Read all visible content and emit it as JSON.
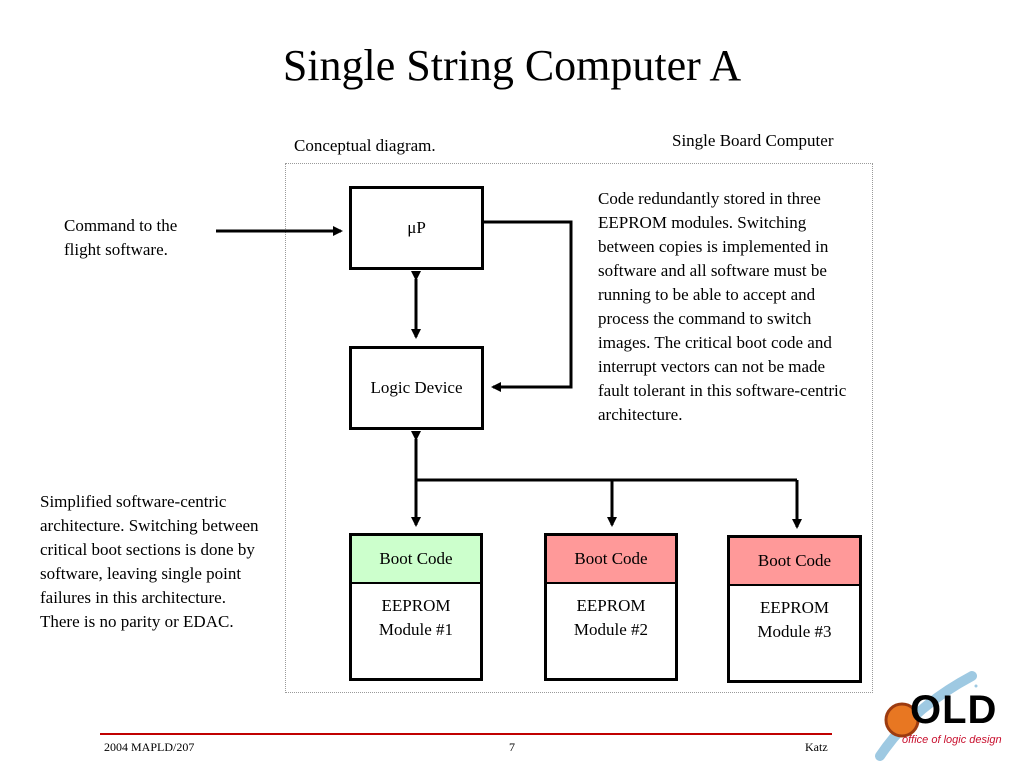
{
  "title": "Single String Computer A",
  "labels": {
    "conceptual": "Conceptual diagram.",
    "sbc": "Single Board Computer",
    "command": "Command to the flight software.",
    "description": "Code redundantly stored in three EEPROM modules. Switching between copies is implemented in software and all software must be running to be able to accept and process the command to switch images.  The critical boot code and interrupt vectors can not be made fault tolerant in this software-centric architecture.",
    "simplified": "Simplified software-centric architecture. Switching between critical boot sections is done by software, leaving single point failures in this architecture.  There is no parity or EDAC."
  },
  "blocks": {
    "up": "μP",
    "logic": "Logic Device"
  },
  "eeproms": [
    {
      "boot": "Boot Code",
      "module": "EEPROM Module #1",
      "color": "#ccffcc"
    },
    {
      "boot": "Boot Code",
      "module": "EEPROM Module #2",
      "color": "#ff9999"
    },
    {
      "boot": "Boot Code",
      "module": "EEPROM Module #3",
      "color": "#ff9999"
    }
  ],
  "footer": {
    "left": "2004 MAPLD/207",
    "center": "7",
    "right": "Katz"
  },
  "logo": {
    "text": "OLD",
    "subtitle": "office of logic design"
  }
}
